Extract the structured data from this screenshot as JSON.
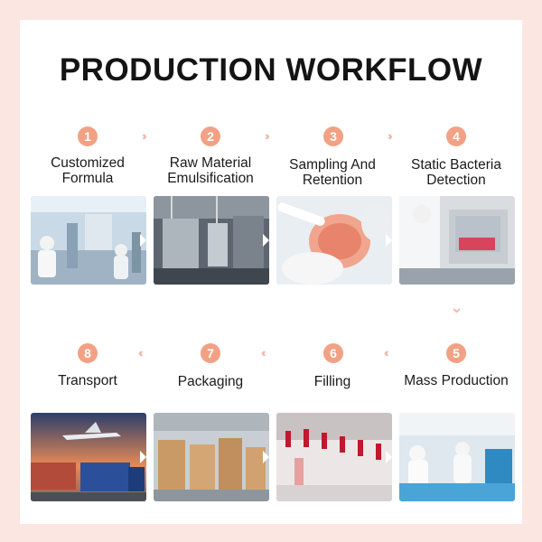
{
  "title": "PRODUCTION WORKFLOW",
  "accent_color": "#f2a184",
  "arrow_color": "#f5b8a6",
  "background_color": "#fbe6e1",
  "steps": [
    {
      "number": "1",
      "label": "Customized Formula"
    },
    {
      "number": "2",
      "label": "Raw Material Emulsification"
    },
    {
      "number": "3",
      "label": "Sampling And Retention"
    },
    {
      "number": "4",
      "label": "Static Bacteria Detection"
    },
    {
      "number": "5",
      "label": "Mass Production"
    },
    {
      "number": "6",
      "label": "Filling"
    },
    {
      "number": "7",
      "label": "Packaging"
    },
    {
      "number": "8",
      "label": "Transport"
    }
  ],
  "arrows": {
    "right": "››",
    "left": "‹‹",
    "down": "⌄"
  }
}
